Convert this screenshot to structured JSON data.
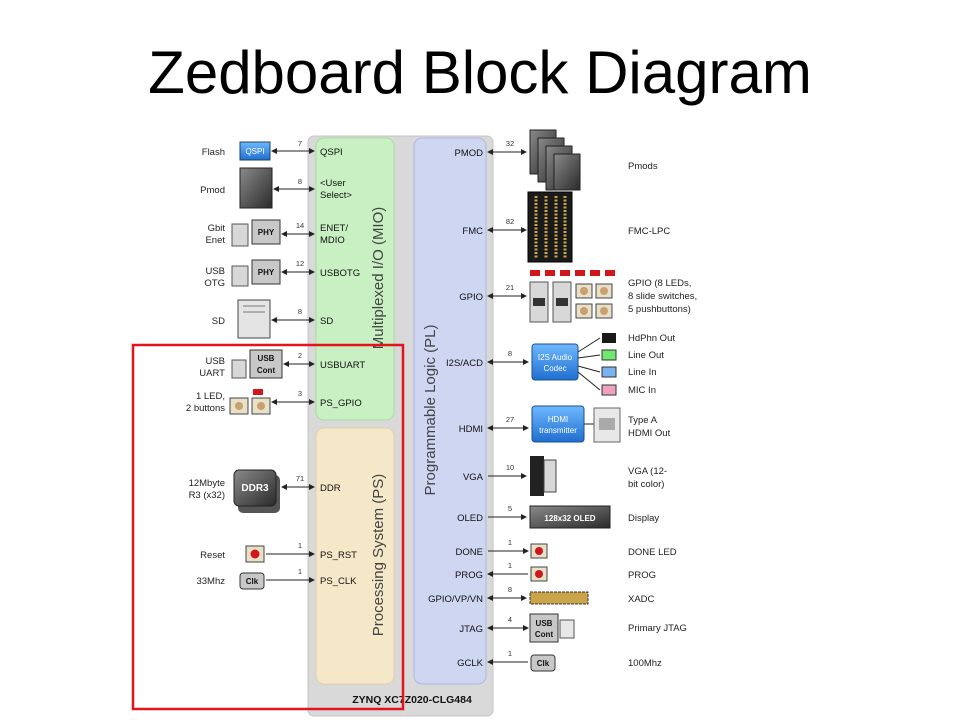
{
  "title": "Zedboard Block Diagram",
  "device_label": "ZYNQ XC7Z020-CLG484",
  "regions": {
    "mio": "Multiplexed I/O (MIO)",
    "ps": "Processing System (PS)",
    "pl": "Programmable Logic (PL)"
  },
  "left_io": [
    {
      "ext": "Flash",
      "chip": "QSPI",
      "bus": "7",
      "pin": "QSPI"
    },
    {
      "ext": "Pmod",
      "chip": "",
      "bus": "8",
      "pin": "<User",
      "pin2": "Select>"
    },
    {
      "ext": "Gbit",
      "ext2": "Enet",
      "chip": "PHY",
      "bus": "14",
      "pin": "ENET/",
      "pin2": "MDIO"
    },
    {
      "ext": "USB",
      "ext2": "OTG",
      "chip": "PHY",
      "bus": "12",
      "pin": "USBOTG"
    },
    {
      "ext": "SD",
      "chip": "",
      "bus": "8",
      "pin": "SD"
    },
    {
      "ext": "USB",
      "ext2": "UART",
      "chip": "USB",
      "chip2": "Cont",
      "bus": "2",
      "pin": "USBUART"
    },
    {
      "ext": "1 LED,",
      "ext2": "2 buttons",
      "chip": "",
      "bus": "3",
      "pin": "PS_GPIO"
    },
    {
      "ext": "12Mbyte",
      "ext2": "R3 (x32)",
      "chip": "DDR3",
      "bus": "71",
      "pin": "DDR"
    },
    {
      "ext": "Reset",
      "chip": "",
      "bus": "1",
      "pin": "PS_RST"
    },
    {
      "ext": "33Mhz",
      "chip": "Clk",
      "bus": "1",
      "pin": "PS_CLK"
    }
  ],
  "right_io": [
    {
      "pin": "PMOD",
      "bus": "32",
      "ext": "Pmods"
    },
    {
      "pin": "FMC",
      "bus": "82",
      "ext": "FMC-LPC"
    },
    {
      "pin": "GPIO",
      "bus": "21",
      "ext": "GPIO (8 LEDs,",
      "ext2": "8 slide switches,",
      "ext3": "5 pushbuttons)"
    },
    {
      "pin": "I2S/ACD",
      "bus": "8",
      "chip": "I2S Audio",
      "chip2": "Codec"
    },
    {
      "pin": "HDMI",
      "bus": "27",
      "chip": "HDMI",
      "chip2": "transmitter",
      "ext": "Type A",
      "ext2": "HDMI Out"
    },
    {
      "pin": "VGA",
      "bus": "10",
      "ext": "VGA (12-",
      "ext2": "bit color)"
    },
    {
      "pin": "OLED",
      "bus": "5",
      "chip": "128x32 OLED",
      "ext": "Display"
    },
    {
      "pin": "DONE",
      "bus": "1",
      "ext": "DONE LED"
    },
    {
      "pin": "PROG",
      "bus": "1",
      "ext": "PROG"
    },
    {
      "pin": "GPIO/VP/VN",
      "bus": "8",
      "ext": "XADC"
    },
    {
      "pin": "JTAG",
      "bus": "4",
      "chip": "USB",
      "chip2": "Cont",
      "ext": "Primary JTAG"
    },
    {
      "pin": "GCLK",
      "bus": "1",
      "chip": "Clk",
      "ext": "100Mhz"
    }
  ],
  "audio_jacks": [
    "HdPhn Out",
    "Line Out",
    "Line In",
    "MIC In"
  ],
  "colors": {
    "mio_fill": "#c9f0c3",
    "ps_fill": "#f4e8c8",
    "pl_fill": "#cfd6f2",
    "zynq_fill": "#d9d9d9",
    "highlight": "#e0161c",
    "chip_blue": "#2f8fe0"
  }
}
